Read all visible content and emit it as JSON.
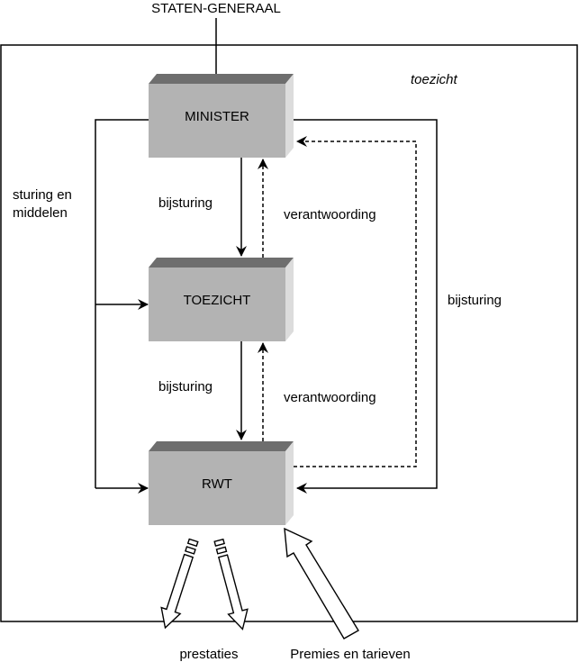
{
  "top_label": "STATEN-GENERAAL",
  "frame_label": "toezicht",
  "boxes": {
    "minister": "MINISTER",
    "toezicht": "TOEZICHT",
    "rwt": "RWT"
  },
  "left_label": {
    "line1": "sturing en",
    "line2": "middelen"
  },
  "bijsturing_1": "bijsturing",
  "bijsturing_2": "bijsturing",
  "bijsturing_right": "bijsturing",
  "verantwoording_1": "verantwoording",
  "verantwoording_2": "verantwoording",
  "bottom": {
    "prestaties": "prestaties",
    "premies": "Premies en tarieven"
  },
  "colors": {
    "box_front": "#b3b3b3",
    "box_top": "#6e6e6e",
    "box_side": "#dcdcdc"
  }
}
